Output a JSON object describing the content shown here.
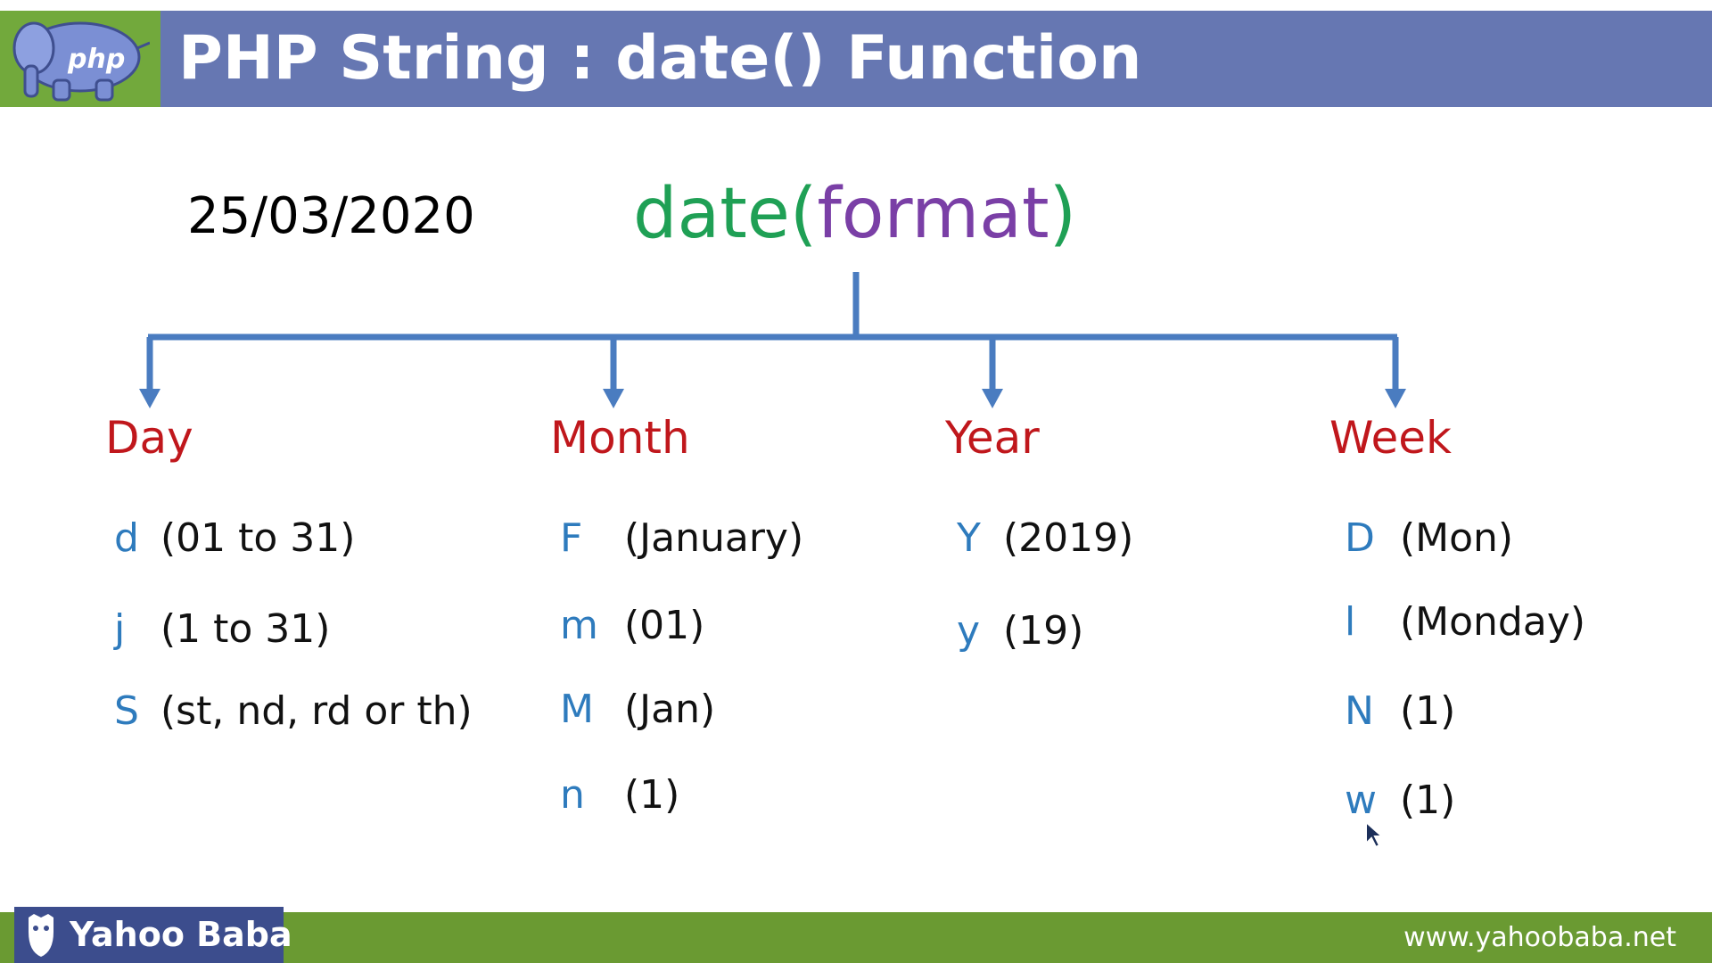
{
  "header": {
    "title": "PHP String : date() Function",
    "logo_text": "php"
  },
  "example_date": "25/03/2020",
  "formula": {
    "fn": "date(",
    "arg": "format",
    "close": ")"
  },
  "categories": [
    {
      "name": "Day",
      "items": [
        {
          "code": "d",
          "desc": "(01 to 31)"
        },
        {
          "code": "j",
          "desc": "(1 to 31)"
        },
        {
          "code": "S",
          "desc": "(st, nd, rd or th)"
        }
      ]
    },
    {
      "name": "Month",
      "items": [
        {
          "code": "F",
          "desc": "(January)"
        },
        {
          "code": "m",
          "desc": "(01)"
        },
        {
          "code": "M",
          "desc": "(Jan)"
        },
        {
          "code": "n",
          "desc": "(1)"
        }
      ]
    },
    {
      "name": "Year",
      "items": [
        {
          "code": "Y",
          "desc": "(2019)"
        },
        {
          "code": "y",
          "desc": "(19)"
        }
      ]
    },
    {
      "name": "Week",
      "items": [
        {
          "code": "D",
          "desc": "(Mon)"
        },
        {
          "code": "l",
          "desc": "(Monday)"
        },
        {
          "code": "N",
          "desc": "(1)"
        },
        {
          "code": "w",
          "desc": "(1)"
        }
      ]
    }
  ],
  "footer": {
    "brand": "Yahoo Baba",
    "website": "www.yahoobaba.net"
  },
  "colors": {
    "header_bg": "#6677b2",
    "logo_bg": "#72a93c",
    "category": "#c0171c",
    "code": "#2e7bbd",
    "tree_line": "#4a7cc0",
    "formula_fn": "#1fa055",
    "formula_arg": "#7a3fa6",
    "footer_bg": "#6a9a32",
    "brand_bg": "#3c4d8d"
  }
}
